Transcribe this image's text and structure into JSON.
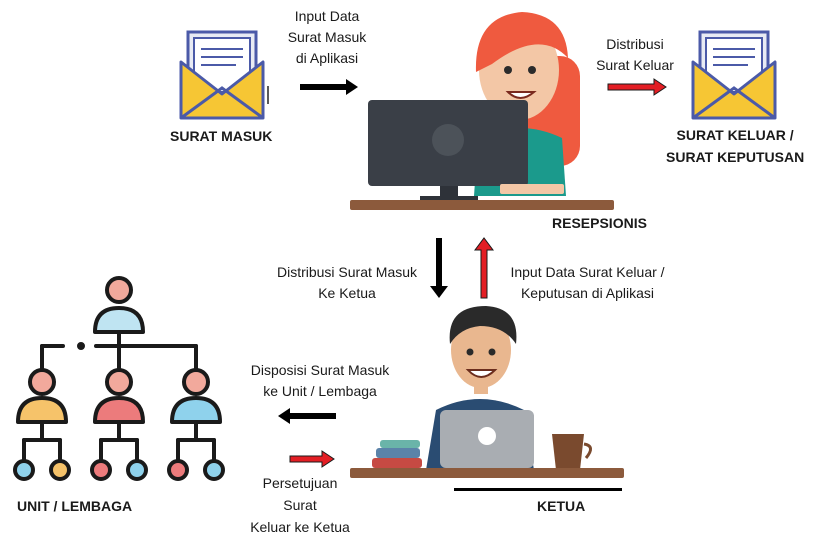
{
  "labels": {
    "surat_masuk": "SURAT MASUK",
    "surat_keluar_line1": "SURAT KELUAR /",
    "surat_keluar_line2": "SURAT KEPUTUSAN",
    "resepsionis": "RESEPSIONIS",
    "ketua": "KETUA",
    "unit_lembaga": "UNIT / LEMBAGA"
  },
  "flows": {
    "input_masuk": [
      "Input Data",
      "Surat Masuk",
      "di Aplikasi"
    ],
    "distribusi_keluar": [
      "Distribusi",
      "Surat Keluar"
    ],
    "distribusi_ketua": [
      "Distribusi Surat Masuk",
      "Ke Ketua"
    ],
    "input_keluar": [
      "Input Data Surat Keluar /",
      "Keputusan di Aplikasi"
    ],
    "disposisi": [
      "Disposisi Surat Masuk",
      "ke Unit / Lembaga"
    ],
    "persetujuan": [
      "Persetujuan",
      "Surat",
      "Keluar ke Ketua"
    ]
  },
  "colors": {
    "arrow_black": "#000000",
    "arrow_red": "#e31e24",
    "envelope": "#f6c634",
    "hair": "#ef5a3f",
    "desk": "#8c5a3c"
  }
}
